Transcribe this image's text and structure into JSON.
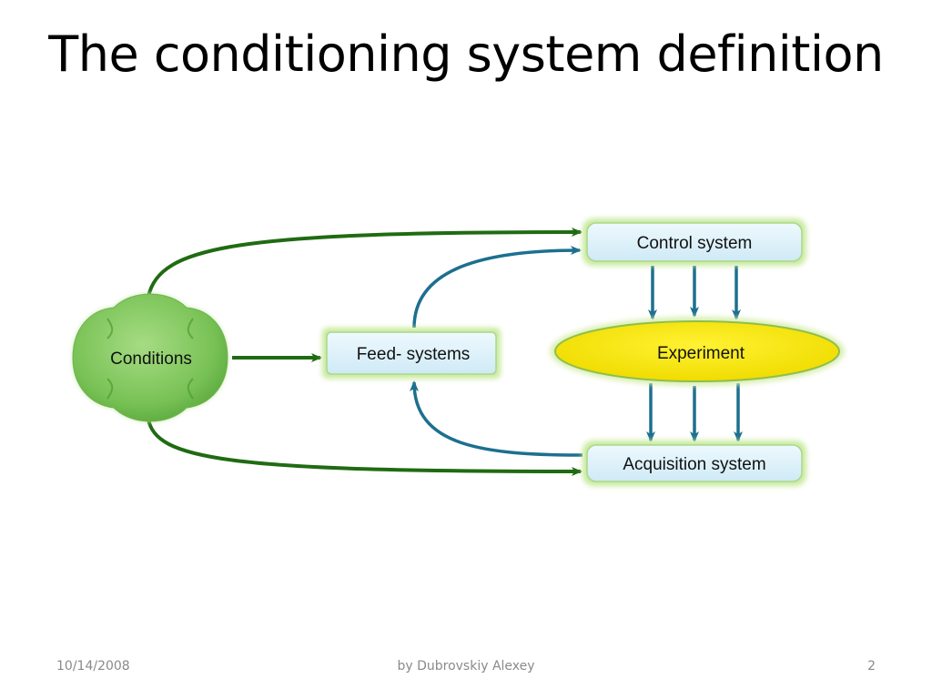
{
  "slide": {
    "title": "The conditioning system definition"
  },
  "diagram": {
    "nodes": {
      "conditions": "Conditions",
      "feed_systems": "Feed- systems",
      "control_system": "Control system",
      "experiment": "Experiment",
      "acquisition_system": "Acquisition system"
    },
    "colors": {
      "green_arrow": "#1f6b12",
      "blue_arrow": "#1d6f8f",
      "box_fill": "#daf0fa",
      "box_glow": "#bde58a",
      "experiment_fill": "#f5e400",
      "conditions_fill": "#7cc65a"
    }
  },
  "footer": {
    "date": "10/14/2008",
    "author": "by Dubrovskiy Alexey",
    "page": "2"
  }
}
